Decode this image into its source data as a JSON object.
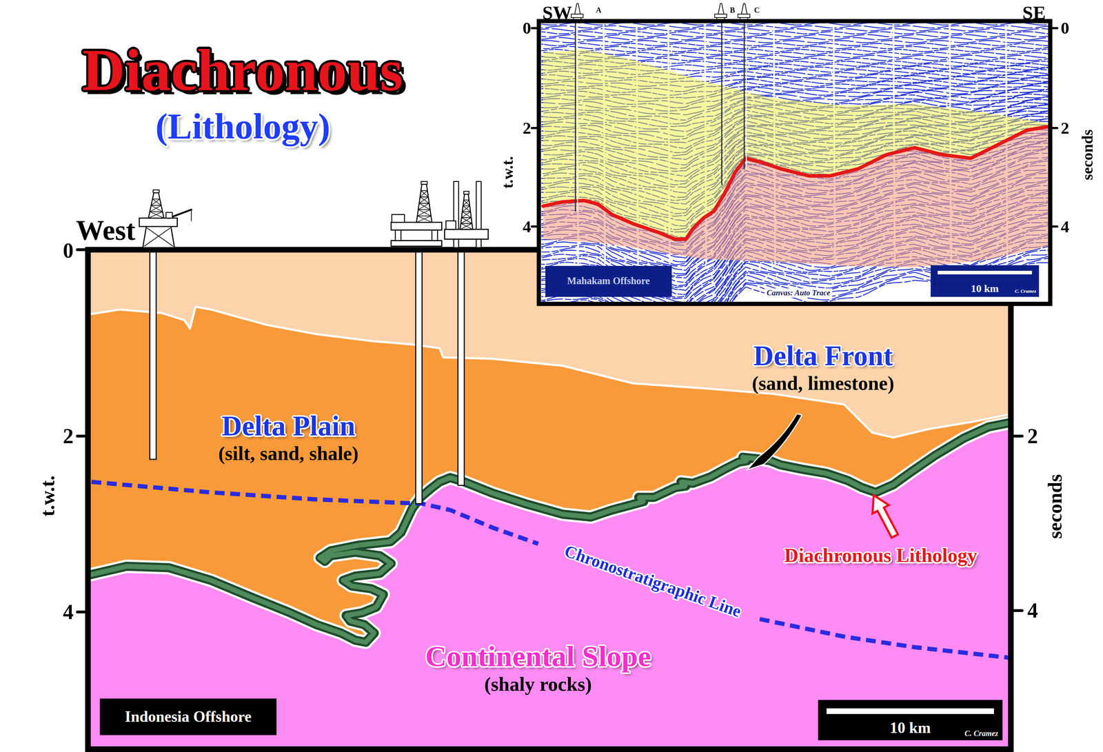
{
  "diagram": {
    "title": "Diachronous",
    "nodes": [
      {
        "text": [
          "Mahakam Offshore"
        ]
      },
      {
        "text": [
          "10 km",
          "C. Cramez"
        ]
      },
      {
        "text": [
          "Delta Front",
          "(sand, limestone)"
        ]
      },
      {
        "text": [
          "Delta Plain",
          "(silt, sand, shale)"
        ]
      },
      {
        "text": [
          "Continental Slope",
          "(shaly rocks)"
        ]
      },
      {
        "text": [
          "Indonesia Offshore"
        ]
      },
      {
        "text": [
          "10 km",
          "C. Cramez"
        ]
      }
    ],
    "labels": [
      "(Lithology)",
      "SW",
      "A",
      "B",
      "C",
      "SE",
      "0",
      "0",
      "t.w.t.",
      "2",
      "2",
      "seconds",
      "4",
      "4",
      "Canvas: Auto Trace",
      "West",
      "0",
      "2",
      "2",
      "t.w.t.",
      "seconds",
      "4",
      "4",
      "Chronostratigraphic Line",
      "Diachronous Lithology"
    ]
  }
}
